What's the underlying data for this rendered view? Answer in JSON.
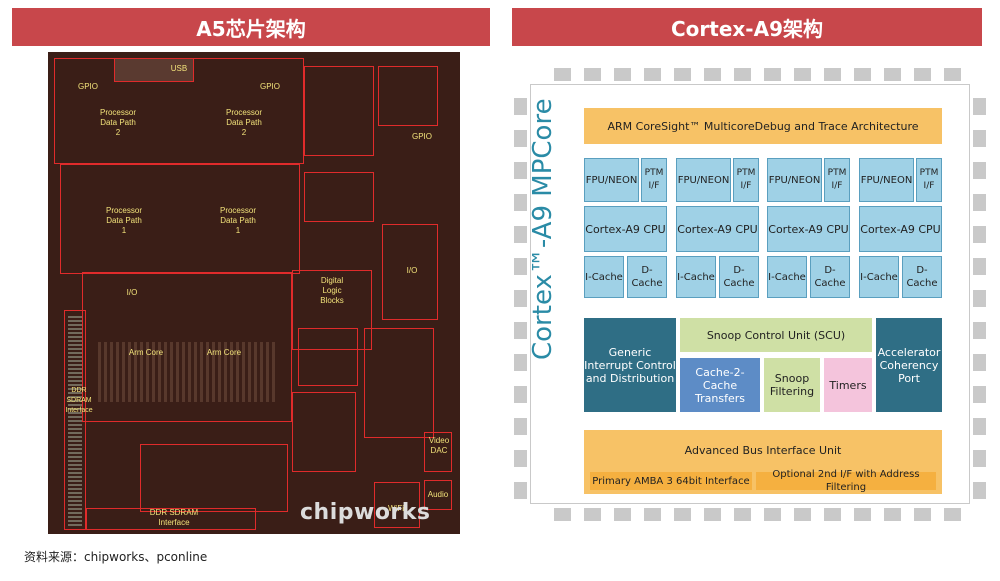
{
  "left_panel": {
    "title": "A5芯片架构",
    "labels": {
      "usb": "USB",
      "gpio_1": "GPIO",
      "gpio_2": "GPIO",
      "gpio_3": "GPIO",
      "pdp2_a": "Processor\nData Path\n2",
      "pdp2_b": "Processor\nData Path\n2",
      "pdp1_a": "Processor\nData Path\n1",
      "pdp1_b": "Processor\nData Path\n1",
      "digital_logic": "Digital\nLogic\nBlocks",
      "io_1": "I/O",
      "io_2": "I/O",
      "arm_core_1": "Arm Core",
      "arm_core_2": "Arm Core",
      "ddr_side": "DDR\nSDRAM\nInterface",
      "ddr_bottom": "DDR SDRAM\nInterface",
      "video_dac": "Video\nDAC",
      "audio": "Audio",
      "wifi": "WiFi"
    },
    "watermark": "chipworks"
  },
  "right_panel": {
    "title": "Cortex-A9架构",
    "vertical_title": "Cortex™-A9 MPCore",
    "coresight": "ARM CoreSight™ MulticoreDebug and Trace Architecture",
    "cores": [
      {
        "fpu": "FPU/NEON",
        "ptm": "PTM\nI/F",
        "cpu": "Cortex-A9 CPU",
        "icache": "I-Cache",
        "dcache": "D-Cache"
      },
      {
        "fpu": "FPU/NEON",
        "ptm": "PTM\nI/F",
        "cpu": "Cortex-A9 CPU",
        "icache": "I-Cache",
        "dcache": "D-Cache"
      },
      {
        "fpu": "FPU/NEON",
        "ptm": "PTM\nI/F",
        "cpu": "Cortex-A9 CPU",
        "icache": "I-Cache",
        "dcache": "D-Cache"
      },
      {
        "fpu": "FPU/NEON",
        "ptm": "PTM\nI/F",
        "cpu": "Cortex-A9 CPU",
        "icache": "I-Cache",
        "dcache": "D-Cache"
      }
    ],
    "gic": "Generic\nInterrupt Control\nand Distribution",
    "scu": "Snoop Control Unit (SCU)",
    "c2c": "Cache-2-Cache\nTransfers",
    "snoop_filter": "Snoop\nFiltering",
    "timers": "Timers",
    "acp": "Accelerator\nCoherency\nPort",
    "abiu": "Advanced Bus Interface Unit",
    "amba": "Primary AMBA 3 64bit Interface",
    "optional": "Optional 2nd I/F with Address Filtering"
  },
  "source": "资料来源：chipworks、pconline"
}
